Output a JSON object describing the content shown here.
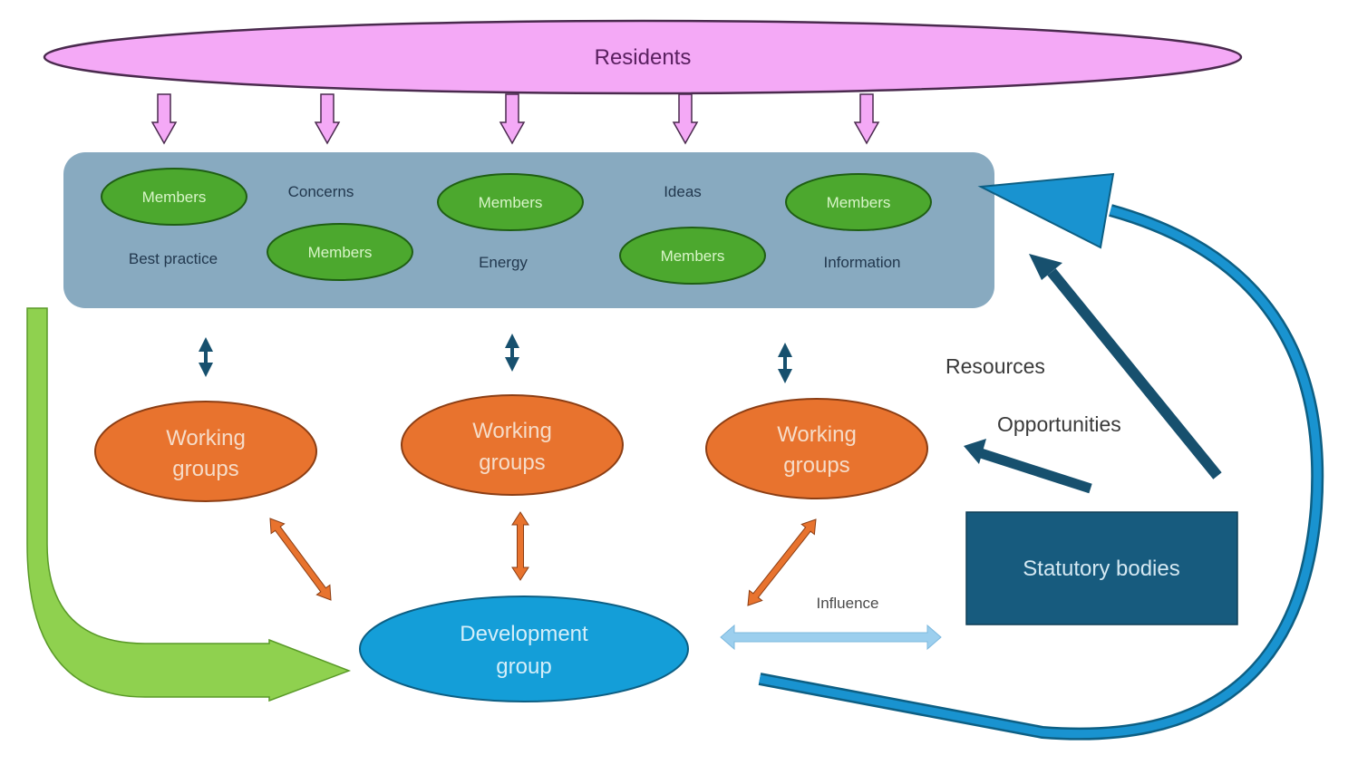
{
  "title": "Residents community engagement structure",
  "colors": {
    "residents_fill": "#f4a9f6",
    "residents_stroke": "#4a2a4e",
    "panel_fill": "#88aac0",
    "member_fill": "#4ca82e",
    "member_stroke": "#1f5e14",
    "working_group_fill": "#e8732e",
    "working_group_stroke": "#8c3e14",
    "development_fill": "#149ed8",
    "development_stroke": "#0d5f84",
    "statutory_fill": "#175b7e",
    "dark_arrow": "#17506e",
    "bright_arrow": "#1993d0",
    "green_arrow": "#8fd14f",
    "influence_arrow": "#9ccfee"
  },
  "residents": {
    "label": "Residents"
  },
  "panel": {
    "members": [
      {
        "label": "Members"
      },
      {
        "label": "Members"
      },
      {
        "label": "Members"
      },
      {
        "label": "Members"
      },
      {
        "label": "Members"
      },
      {
        "label": "Members"
      }
    ],
    "topics": [
      {
        "label": "Concerns"
      },
      {
        "label": "Best practice"
      },
      {
        "label": "Energy"
      },
      {
        "label": "Ideas"
      },
      {
        "label": "Information"
      }
    ]
  },
  "working_groups": [
    {
      "line1": "Working",
      "line2": "groups"
    },
    {
      "line1": "Working",
      "line2": "groups"
    },
    {
      "line1": "Working",
      "line2": "groups"
    }
  ],
  "development_group": {
    "line1": "Development",
    "line2": "group"
  },
  "statutory_bodies": {
    "label": "Statutory bodies"
  },
  "labels": {
    "resources": "Resources",
    "opportunities": "Opportunities",
    "influence": "Influence"
  }
}
